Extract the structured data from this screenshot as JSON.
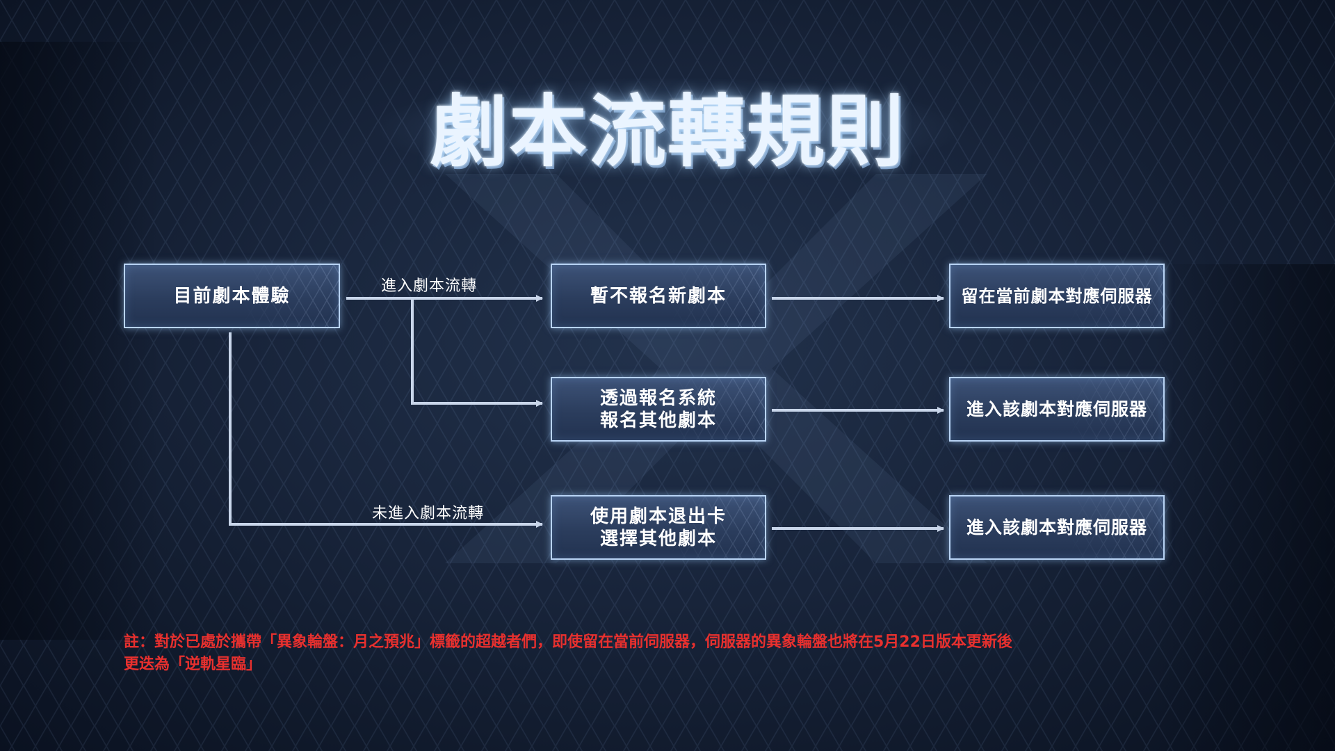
{
  "title": "劇本流轉規則",
  "nodes": {
    "current": "目前劇本體驗",
    "no_register": "暫不報名新劇本",
    "register_other": "透過報名系統\n報名其他劇本",
    "exit_card": "使用劇本退出卡\n選擇其他劇本",
    "stay_server": "留在當前劇本對應伺服器",
    "enter_server_1": "進入該劇本對應伺服器",
    "enter_server_2": "進入該劇本對應伺服器"
  },
  "edges": {
    "enter_flow": "進入劇本流轉",
    "not_enter_flow": "未進入劇本流轉"
  },
  "note": {
    "line1": "註：對於已處於攜帶「異象輪盤：月之預兆」標籤的超越者們，即使留在當前伺服器，伺服器的異象輪盤也將在5月22日版本更新後",
    "line2": "更迭為「逆軌星臨」"
  },
  "colors": {
    "background": "#18243a",
    "box_fill": "#2b3d5d",
    "box_border": "#b9d4f5",
    "connector": "#c9d6ea",
    "note_text": "#e8302e"
  }
}
